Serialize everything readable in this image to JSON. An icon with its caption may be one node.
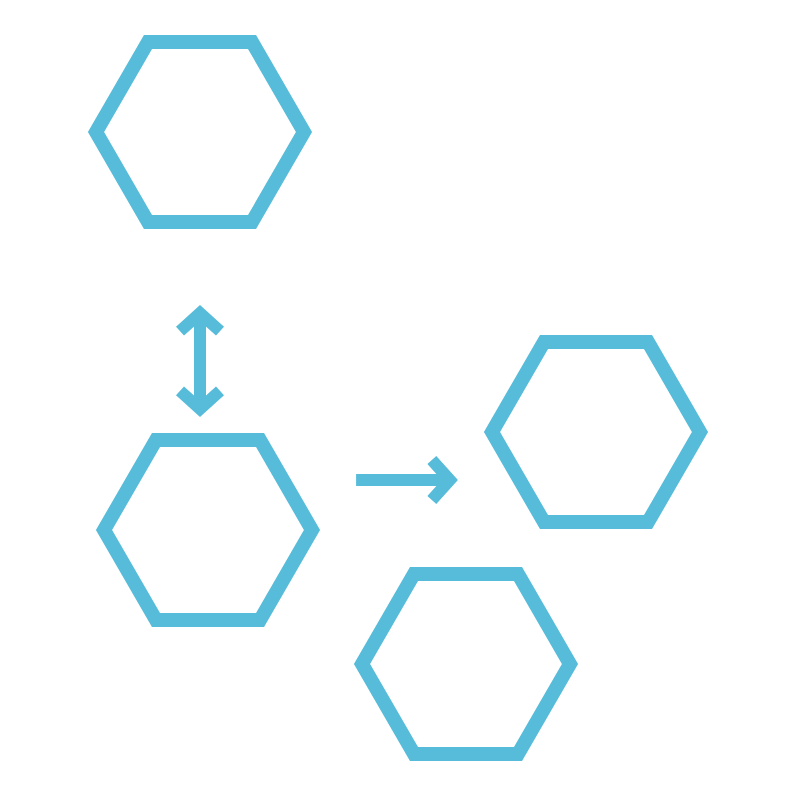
{
  "diagram": {
    "nodes": [
      {
        "text": [],
        "shape": "hexagon"
      },
      {
        "text": [],
        "shape": "hexagon"
      },
      {
        "text": [],
        "shape": "hexagon"
      },
      {
        "text": [],
        "shape": "hexagon"
      }
    ],
    "edges": [
      {
        "from": 0,
        "to": 2,
        "arrow": "both"
      },
      {
        "from": 2,
        "to": 1,
        "arrow": "to"
      }
    ]
  }
}
